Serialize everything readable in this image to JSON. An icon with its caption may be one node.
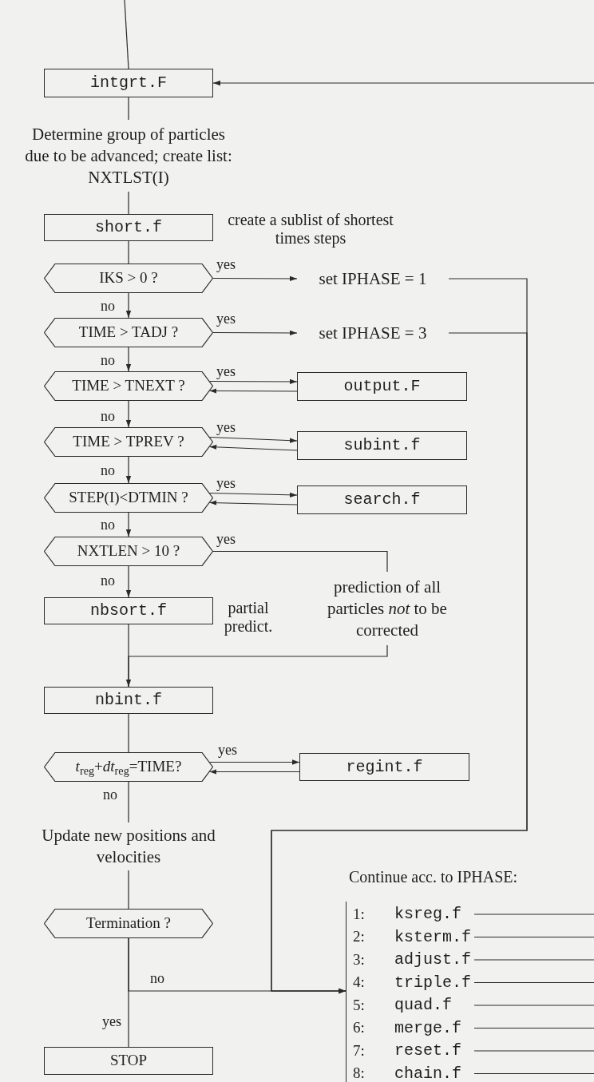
{
  "diagram": {
    "nodes": [
      {
        "text": [
          "intgrt.F"
        ]
      },
      {
        "text": [
          "Determine group of particles due to be advanced; create list: NXTLST(I)"
        ]
      },
      {
        "text": [
          "short.f"
        ],
        "beside": [
          "create a sublist of shortest times steps"
        ]
      },
      {
        "text": [
          "IKS > 0 ?"
        ]
      },
      {
        "text": [
          "set IPHASE = 1"
        ]
      },
      {
        "text": [
          "TIME > TADJ ?"
        ]
      },
      {
        "text": [
          "set IPHASE = 3"
        ]
      },
      {
        "text": [
          "TIME > TNEXT ?"
        ]
      },
      {
        "text": [
          "output.F"
        ]
      },
      {
        "text": [
          "TIME > TPREV ?"
        ]
      },
      {
        "text": [
          "subint.f"
        ]
      },
      {
        "text": [
          "STEP(I)<DTMIN ?"
        ]
      },
      {
        "text": [
          "search.f"
        ]
      },
      {
        "text": [
          "NXTLEN > 10 ?"
        ]
      },
      {
        "text": [
          "nbsort.f"
        ],
        "beside": [
          "partial predict."
        ]
      },
      {
        "text": [
          "prediction of all particles *not* to be corrected"
        ]
      },
      {
        "text": [
          "nbint.f"
        ]
      },
      {
        "text": [
          "*t*$_{reg}$+*dt*$_{reg}$=TIME?"
        ]
      },
      {
        "text": [
          "regint.f"
        ]
      },
      {
        "text": [
          "Update new positions and velocities"
        ]
      },
      {
        "text": [
          "Termination ?"
        ]
      },
      {
        "text": [
          "STOP"
        ]
      },
      {
        "text": [
          "Continue acc. to IPHASE:"
        ]
      },
      {
        "text": [
          "1:",
          "ksreg.f"
        ],
        "in": 22
      },
      {
        "text": [
          "2:",
          "ksterm.f"
        ],
        "in": 22
      },
      {
        "text": [
          "3:",
          "adjust.f"
        ],
        "in": 22
      },
      {
        "text": [
          "4:",
          "triple.f"
        ],
        "in": 22
      },
      {
        "text": [
          "5:",
          "quad.f"
        ],
        "in": 22
      },
      {
        "text": [
          "6:",
          "merge.f"
        ],
        "in": 22
      },
      {
        "text": [
          "7:",
          "reset.f"
        ],
        "in": 22
      },
      {
        "text": [
          "8:",
          "chain.f"
        ],
        "in": 22
      }
    ],
    "edges": [
      {
        "from": null,
        "to": 0,
        "arrow": "none"
      },
      {
        "from": null,
        "to": 0,
        "arrow": "to"
      },
      {
        "from": 0,
        "to": 1,
        "arrow": "none"
      },
      {
        "from": 1,
        "to": 2,
        "arrow": "none"
      },
      {
        "from": 2,
        "to": 3,
        "arrow": "none"
      },
      {
        "from": 3,
        "to": 4,
        "arrow": "to",
        "label": "yes"
      },
      {
        "from": 3,
        "to": 5,
        "arrow": "to",
        "label": "no"
      },
      {
        "from": 5,
        "to": 6,
        "arrow": "to",
        "label": "yes"
      },
      {
        "from": 5,
        "to": 7,
        "arrow": "to",
        "label": "no"
      },
      {
        "from": 7,
        "to": 8,
        "arrow": "to",
        "label": "yes"
      },
      {
        "from": 8,
        "to": 7,
        "arrow": "to"
      },
      {
        "from": 7,
        "to": 9,
        "arrow": "to",
        "label": "no"
      },
      {
        "from": 9,
        "to": 10,
        "arrow": "to",
        "label": "yes"
      },
      {
        "from": 10,
        "to": 9,
        "arrow": "to"
      },
      {
        "from": 9,
        "to": 11,
        "arrow": "to",
        "label": "no"
      },
      {
        "from": 11,
        "to": 12,
        "arrow": "to",
        "label": "yes"
      },
      {
        "from": 12,
        "to": 11,
        "arrow": "to"
      },
      {
        "from": 11,
        "to": 13,
        "arrow": "to",
        "label": "no"
      },
      {
        "from": 13,
        "to": 15,
        "arrow": "none",
        "label": "yes"
      },
      {
        "from": 13,
        "to": 14,
        "arrow": "to",
        "label": "no"
      },
      {
        "from": 15,
        "to": 16,
        "arrow": "to"
      },
      {
        "from": 14,
        "to": 16,
        "arrow": "none"
      },
      {
        "from": 16,
        "to": 17,
        "arrow": "none"
      },
      {
        "from": 17,
        "to": 18,
        "arrow": "to",
        "label": "yes"
      },
      {
        "from": 18,
        "to": 17,
        "arrow": "to"
      },
      {
        "from": 17,
        "to": 19,
        "arrow": "none",
        "label": "no"
      },
      {
        "from": 19,
        "to": 20,
        "arrow": "none"
      },
      {
        "from": 20,
        "to": 21,
        "arrow": "none",
        "label": "yes"
      },
      {
        "from": 20,
        "to": 22,
        "arrow": "to",
        "label": "no"
      },
      {
        "from": 4,
        "to": 22,
        "arrow": "to"
      },
      {
        "from": 6,
        "to": 22,
        "arrow": "to"
      },
      {
        "from": 23,
        "to": null,
        "arrow": "none"
      },
      {
        "from": 24,
        "to": null,
        "arrow": "none"
      },
      {
        "from": 25,
        "to": null,
        "arrow": "none"
      },
      {
        "from": 26,
        "to": null,
        "arrow": "none"
      },
      {
        "from": 27,
        "to": null,
        "arrow": "none"
      },
      {
        "from": 28,
        "to": null,
        "arrow": "none"
      },
      {
        "from": 29,
        "to": null,
        "arrow": "none"
      },
      {
        "from": 30,
        "to": null,
        "arrow": "none"
      }
    ]
  }
}
